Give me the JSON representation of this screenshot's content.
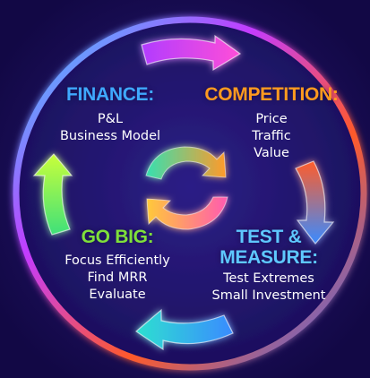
{
  "colors": {
    "background": "#1c0e57",
    "finance_heading": "#3fa9ff",
    "competition_heading": "#ff9a1f",
    "go_big_heading": "#7fe03a",
    "test_heading": "#5ec8ff",
    "body_text": "#ffffff"
  },
  "icons": [
    "cycle-arrow-top-icon",
    "cycle-arrow-right-icon",
    "cycle-arrow-bottom-icon",
    "cycle-arrow-left-icon",
    "refresh-icon"
  ],
  "finance": {
    "title": "FINANCE:",
    "items": [
      "P&L",
      "Business Model"
    ]
  },
  "competition": {
    "title": "COMPETITION:",
    "items": [
      "Price",
      "Traffic",
      "Value"
    ]
  },
  "go_big": {
    "title": "GO BIG:",
    "items": [
      "Focus Efficiently",
      "Find MRR",
      "Evaluate"
    ]
  },
  "test_measure": {
    "title_lines": [
      "TEST &",
      "MEASURE:"
    ],
    "items": [
      "Test Extremes",
      "Small Investment"
    ]
  }
}
